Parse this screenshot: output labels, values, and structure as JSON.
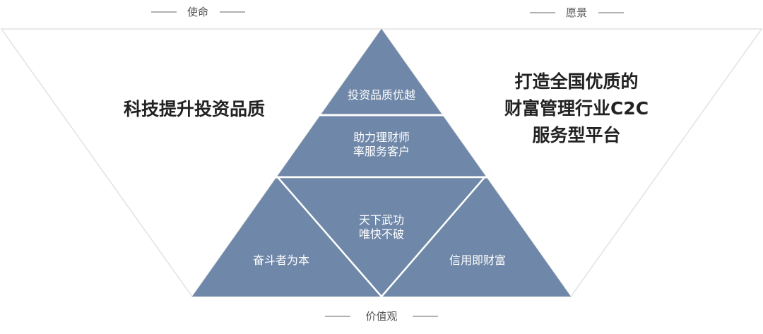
{
  "captions": {
    "mission": "使命",
    "vision": "愿景",
    "values": "价值观"
  },
  "mission_text": "科技提升投资品质",
  "vision_text": [
    "打造全国优质的",
    "财富管理行业C2C",
    "服务型平台"
  ],
  "pyramid": {
    "top": "投资品质优越",
    "middle": [
      "助力理财师",
      "率服务客户"
    ],
    "center": [
      "天下武功",
      "唯快不破"
    ],
    "bottom_left": "奋斗者为本",
    "bottom_right": "信用即财富"
  },
  "colors": {
    "fill": "#6f87a8",
    "line": "#e2e2e2",
    "text": "#222222"
  }
}
